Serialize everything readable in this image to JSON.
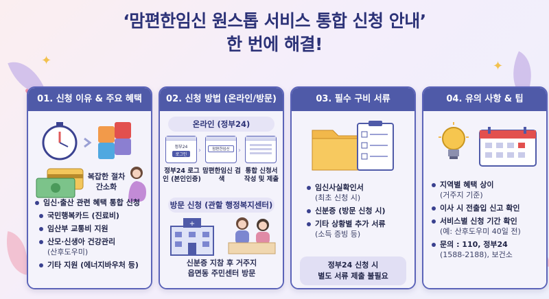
{
  "title": {
    "line1": "‘맘편한임신 원스톱 서비스 통합 신청 안내’",
    "line2": "한 번에 해결!"
  },
  "cards": [
    {
      "header": "01. 신청 이유 & 주요 혜택",
      "callout_line1": "복잡한 절차",
      "callout_line2": "간소화",
      "items": [
        {
          "text": "임신·출산 관련 혜택 통합 신청"
        },
        {
          "text": "국민행복카드 (진료비)"
        },
        {
          "text": "임산부 교통비 지원"
        },
        {
          "text": "산모·신생아 건강관리",
          "sub": "(산후도우미)"
        },
        {
          "text": "기타 지원 (에너지바우처 등)"
        }
      ]
    },
    {
      "header": "02. 신청 방법 (온라인/방문)",
      "online_label": "온라인 (정부24)",
      "screens": [
        {
          "badge": "정부24",
          "badge2": "로그인",
          "caption": "정부24 로그인 (본인인증)"
        },
        {
          "badge": "맘편한임신",
          "caption": "맘편한임신 검색"
        },
        {
          "caption": "통합 신청서 작성 및 제출"
        }
      ],
      "visit_label": "방문 신청 (관할 행정복지센터)",
      "visit_line1": "신분증 지참 후 거주지",
      "visit_line2": "읍면동 주민센터 방문"
    },
    {
      "header": "03. 필수 구비 서류",
      "items": [
        {
          "text": "임신사실확인서",
          "sub": "(최초 신청 시)"
        },
        {
          "text": "신분증 (방문 신청 시)"
        },
        {
          "text": "기타 상황별 추가 서류",
          "sub": "(소득 증빙 등)"
        }
      ],
      "note_line1": "정부24 신청 시",
      "note_line2": "별도 서류 제출 불필요"
    },
    {
      "header": "04. 유의 사항 & 팁",
      "items": [
        {
          "text": "지역별 혜택 상이",
          "sub": "(거주지 기준)"
        },
        {
          "text": "이사 시 전출입 신고 확인"
        },
        {
          "text": "서비스별 신청 기간 확인",
          "sub": "(예: 산후도우미 40일 전)"
        },
        {
          "text": "문의 : 110, 정부24",
          "sub": "(1588-2188), 보건소"
        }
      ]
    }
  ],
  "colors": {
    "header": "#4f5aa8",
    "title": "#2c3277",
    "border": "#5b63b8"
  }
}
